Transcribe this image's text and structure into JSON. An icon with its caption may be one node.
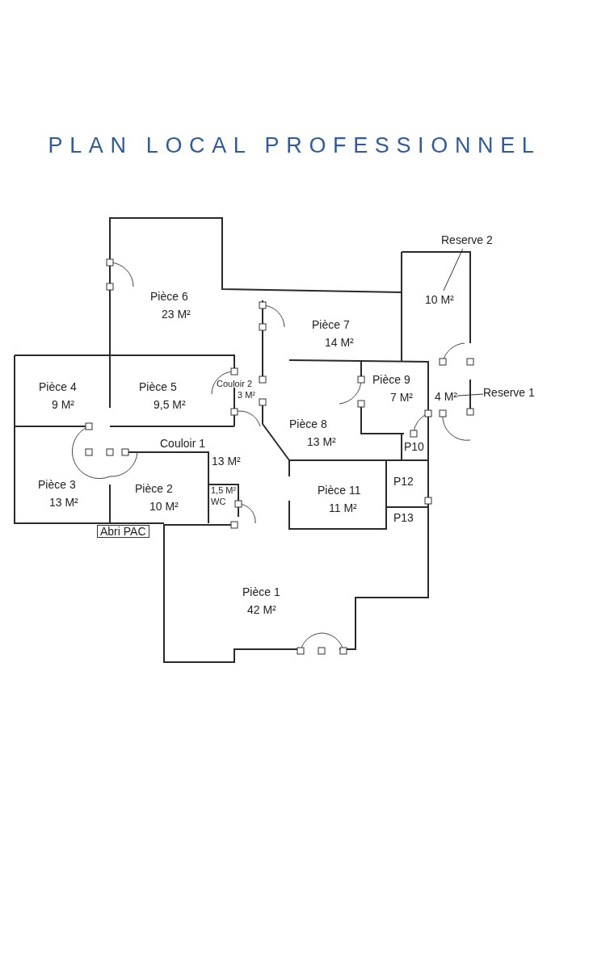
{
  "diagram": {
    "title": "PLAN LOCAL PROFESSIONNEL",
    "nodes": [
      {
        "text": [
          "Reserve 2"
        ]
      },
      {
        "text": [
          "Pièce 6",
          "23 M²"
        ]
      },
      {
        "text": [
          "10 M²"
        ]
      },
      {
        "text": [
          "Pièce 7",
          "14 M²"
        ]
      },
      {
        "text": [
          "Pièce 4",
          "9 M²"
        ]
      },
      {
        "text": [
          "Pièce 5",
          "9,5 M²"
        ]
      },
      {
        "text": [
          "Couloir 2",
          "3 M²"
        ]
      },
      {
        "text": [
          "Pièce 9",
          "7 M²"
        ]
      },
      {
        "text": [
          "4 M²"
        ]
      },
      {
        "text": [
          "Reserve 1"
        ]
      },
      {
        "text": [
          "Pièce 8",
          "13 M²"
        ]
      },
      {
        "text": [
          "P10"
        ]
      },
      {
        "text": [
          "Couloir 1",
          "13 M²"
        ]
      },
      {
        "text": [
          "Pièce 3",
          "13 M²"
        ]
      },
      {
        "text": [
          "Pièce 2",
          "10 M²"
        ]
      },
      {
        "text": [
          "1,5 M²",
          "WC"
        ]
      },
      {
        "text": [
          "Pièce 11",
          "11 M²"
        ]
      },
      {
        "text": [
          "P12"
        ]
      },
      {
        "text": [
          "P13"
        ]
      },
      {
        "text": [
          "Abri PAC"
        ]
      },
      {
        "text": [
          "Pièce 1",
          "42 M²"
        ]
      }
    ],
    "edges": [
      {
        "from": 0,
        "to": 2,
        "arrow": "none"
      },
      {
        "from": 9,
        "to": 8,
        "arrow": "none"
      }
    ]
  }
}
